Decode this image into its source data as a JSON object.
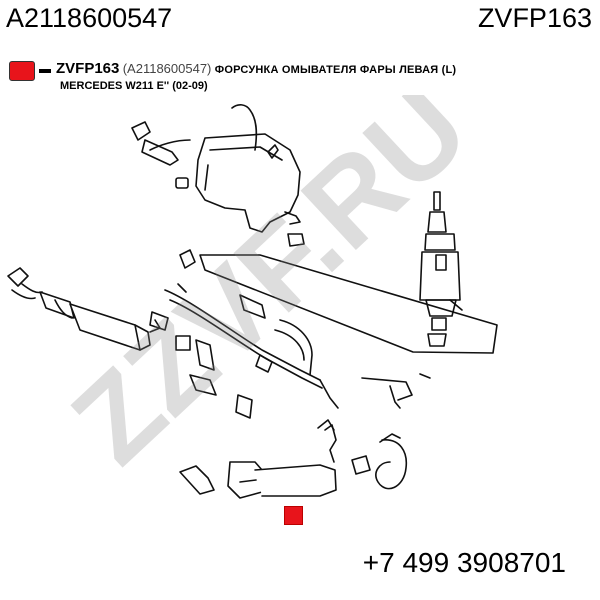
{
  "header": {
    "part_number": "A2118600547",
    "brand_code": "ZVFP163"
  },
  "legend": {
    "code": "ZVFP163",
    "oe_number": "(A2118600547)",
    "description": "ФОРСУНКА ОМЫВАТЕЛЯ ФАРЫ ЛЕВАЯ (L)",
    "vehicle": "MERCEDES W211 E'' (02-09)",
    "accent_color": "#e8141b"
  },
  "watermark": {
    "text": "ZZVF.RU"
  },
  "footer": {
    "phone": "+7 499 3908701"
  }
}
